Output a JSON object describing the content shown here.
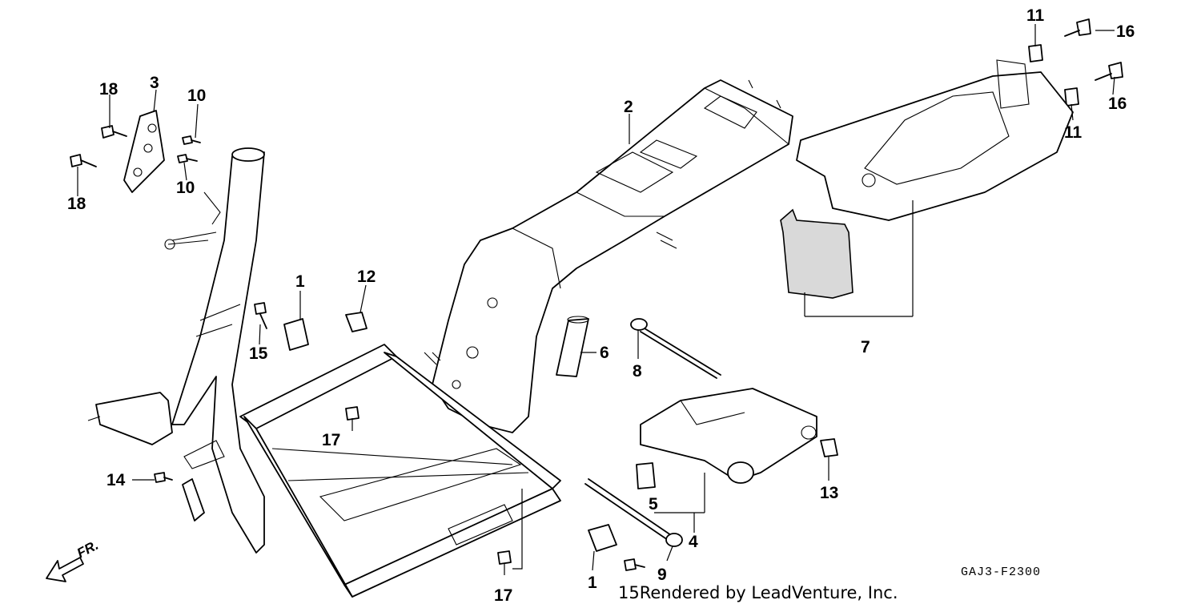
{
  "diagram": {
    "part_code": "GAJ3-F2300",
    "credit": "15Rendered by LeadVenture, Inc.",
    "front_marker": "FR.",
    "front_marker_icon": "arrow-front-icon",
    "callouts": [
      {
        "id": "c18a",
        "label": "18"
      },
      {
        "id": "c3",
        "label": "3"
      },
      {
        "id": "c10a",
        "label": "10"
      },
      {
        "id": "c18b",
        "label": "18"
      },
      {
        "id": "c10b",
        "label": "10"
      },
      {
        "id": "c2",
        "label": "2"
      },
      {
        "id": "c11a",
        "label": "11"
      },
      {
        "id": "c16a",
        "label": "16"
      },
      {
        "id": "c16b",
        "label": "16"
      },
      {
        "id": "c11b",
        "label": "11"
      },
      {
        "id": "c1a",
        "label": "1"
      },
      {
        "id": "c12",
        "label": "12"
      },
      {
        "id": "c15a",
        "label": "15"
      },
      {
        "id": "c6",
        "label": "6"
      },
      {
        "id": "c8",
        "label": "8"
      },
      {
        "id": "c7",
        "label": "7"
      },
      {
        "id": "c17a",
        "label": "17"
      },
      {
        "id": "c13",
        "label": "13"
      },
      {
        "id": "c14",
        "label": "14"
      },
      {
        "id": "c5",
        "label": "5"
      },
      {
        "id": "c4",
        "label": "4"
      },
      {
        "id": "c9",
        "label": "9"
      },
      {
        "id": "c1b",
        "label": "1"
      },
      {
        "id": "c17b",
        "label": "17"
      }
    ]
  }
}
